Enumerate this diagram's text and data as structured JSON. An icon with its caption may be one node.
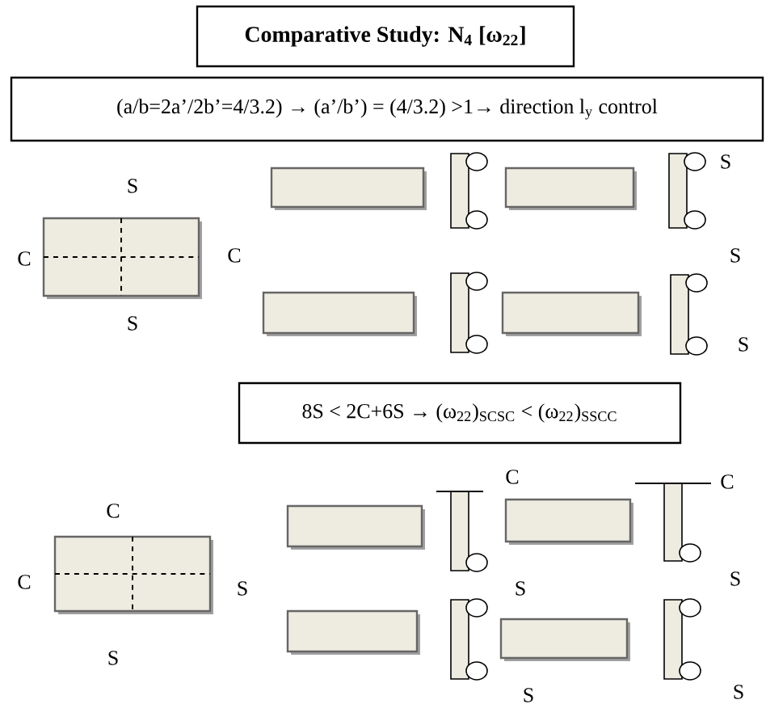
{
  "diagram": {
    "title": "Comparative Study: N$_{4}$ [ω$_{22}$]",
    "nodes": [
      {
        "text": [
          "(a/b=2a’/2b’=4/3.2) → (a’/b’) = (4/3.2) >1→ direction l$_{y}$ control"
        ]
      },
      {
        "text": [
          "8S < 2C+6S → (ω$_{22}$)$_{SCSC}$ < (ω$_{22}$)$_{SSCC}$"
        ]
      }
    ],
    "labels": [
      "S",
      "S",
      "C",
      "C",
      "S",
      "S",
      "S",
      "C",
      "C",
      "C",
      "C",
      "S",
      "S",
      "S",
      "S",
      "S",
      "S"
    ]
  }
}
